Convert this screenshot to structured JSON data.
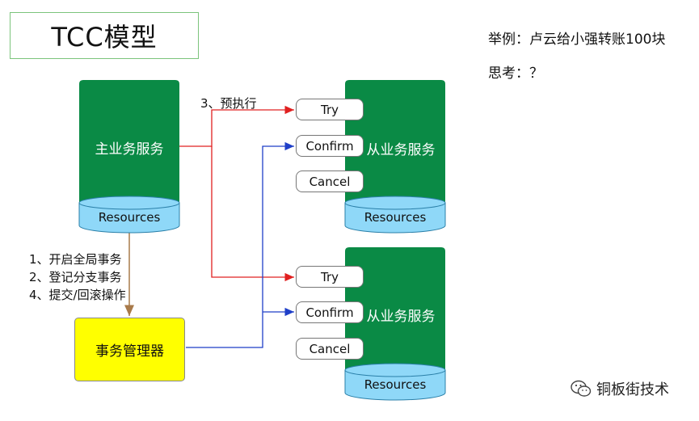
{
  "title": "TCC模型",
  "notes": {
    "example": "举例：卢云给小强转账100块",
    "think": "思考：？"
  },
  "main_service": {
    "label": "主业务服务",
    "resources": "Resources"
  },
  "slave_services": [
    {
      "label": "从业务服务",
      "resources": "Resources",
      "try": "Try",
      "confirm": "Confirm",
      "cancel": "Cancel"
    },
    {
      "label": "从业务服务",
      "resources": "Resources",
      "try": "Try",
      "confirm": "Confirm",
      "cancel": "Cancel"
    }
  ],
  "steps": [
    "1、开启全局事务",
    "2、登记分支事务",
    "4、提交/回滚操作"
  ],
  "pre_execute": "3、预执行",
  "transaction_manager": "事务管理器",
  "watermark": "铜板街技术",
  "colors": {
    "service_green": "#0a8a45",
    "resource_blue": "#8fd8f8",
    "manager_yellow": "#ffff00",
    "red_line": "#e02020",
    "blue_line": "#1f3fc8",
    "brown_line": "#a87a4a"
  }
}
